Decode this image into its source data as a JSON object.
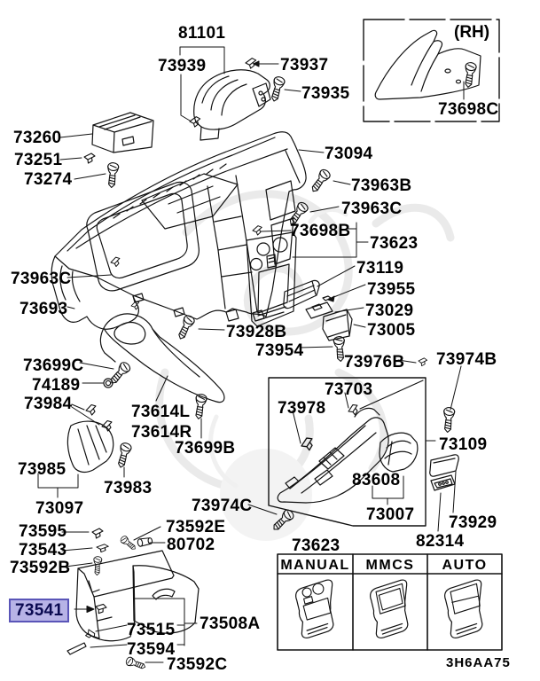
{
  "diagram_code": "3H6AA75",
  "rh_marker": "(RH)",
  "colors": {
    "line": "#111111",
    "background": "#ffffff",
    "watermark": "#e4e4e4",
    "highlight_fill": "#b7b3e6",
    "highlight_border": "#5a55b8",
    "highlight_text": "#0a0a50"
  },
  "highlight": {
    "part": "73541"
  },
  "table": {
    "title": "73623",
    "columns": [
      "MANUAL",
      "MMCS",
      "AUTO"
    ]
  },
  "labels": [
    {
      "text": "81101"
    },
    {
      "text": "73939"
    },
    {
      "text": "73937"
    },
    {
      "text": "73935"
    },
    {
      "text": "73698C"
    },
    {
      "text": "73260"
    },
    {
      "text": "73251"
    },
    {
      "text": "73274"
    },
    {
      "text": "73094"
    },
    {
      "text": "73963B"
    },
    {
      "text": "73963C"
    },
    {
      "text": "73698B"
    },
    {
      "text": "73623"
    },
    {
      "text": "73119"
    },
    {
      "text": "73955"
    },
    {
      "text": "73029"
    },
    {
      "text": "73005"
    },
    {
      "text": "73963C"
    },
    {
      "text": "73693"
    },
    {
      "text": "73928B"
    },
    {
      "text": "73954"
    },
    {
      "text": "73976B"
    },
    {
      "text": "73974B"
    },
    {
      "text": "73699C"
    },
    {
      "text": "74189"
    },
    {
      "text": "73984"
    },
    {
      "text": "73703"
    },
    {
      "text": "73978"
    },
    {
      "text": "73614L"
    },
    {
      "text": "73614R"
    },
    {
      "text": "73699B"
    },
    {
      "text": "73109"
    },
    {
      "text": "73985"
    },
    {
      "text": "73983"
    },
    {
      "text": "83608"
    },
    {
      "text": "73097"
    },
    {
      "text": "73974C"
    },
    {
      "text": "73929"
    },
    {
      "text": "73007"
    },
    {
      "text": "82314"
    },
    {
      "text": "73595"
    },
    {
      "text": "73592E"
    },
    {
      "text": "73543"
    },
    {
      "text": "80702"
    },
    {
      "text": "73592B"
    },
    {
      "text": "73541"
    },
    {
      "text": "73515"
    },
    {
      "text": "73508A"
    },
    {
      "text": "73594"
    },
    {
      "text": "73592C"
    }
  ]
}
